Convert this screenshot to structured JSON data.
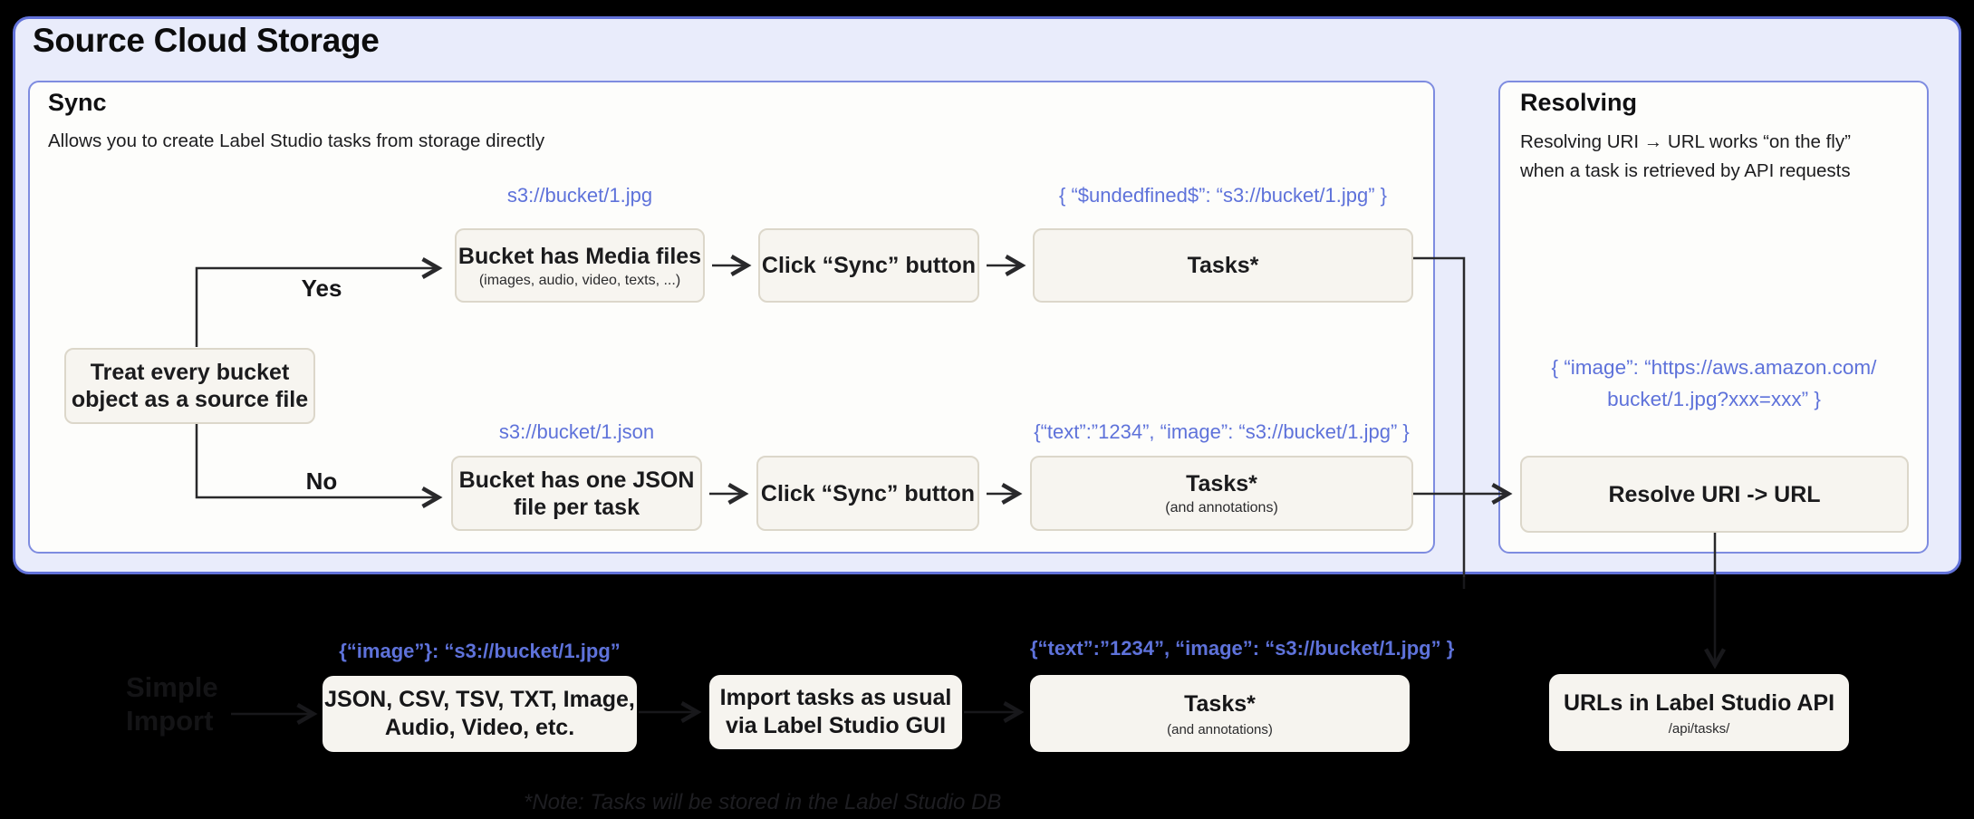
{
  "header": {
    "title": "Source Cloud Storage"
  },
  "colors": {
    "background": "#000000",
    "outer_panel_bg": "#e9ecfb",
    "outer_panel_border": "#6272d9",
    "panel_bg": "#fdfdfb",
    "panel_border": "#7e8ce0",
    "box_bg": "#f7f5f0",
    "box_border": "#dcd7ca",
    "accent_blue_text": "#5e72da",
    "wire_dark": "#29292b",
    "wire_faint": "#18181b"
  },
  "sync": {
    "title": "Sync",
    "subtitle": "Allows you to create Label Studio tasks from storage directly",
    "decision": {
      "line1": "Treat every bucket",
      "line2": "object as a source file",
      "yes": "Yes",
      "no": "No"
    },
    "row_media": {
      "uri_label": "s3://bucket/1.jpg",
      "bucket_title": "Bucket has Media files",
      "bucket_sub": "(images, audio, video, texts, ...)",
      "sync_button": "Click “Sync” button",
      "tasks_title": "Tasks*",
      "tasks_label": "{ “$undedfined$”: “s3://bucket/1.jpg” }"
    },
    "row_json": {
      "uri_label": "s3://bucket/1.json",
      "bucket_line1": "Bucket has one JSON",
      "bucket_line2": "file per task",
      "sync_button": "Click “Sync” button",
      "tasks_title": "Tasks*",
      "tasks_sub": "(and annotations)",
      "tasks_label": "{“text”:”1234”,  “image”: “s3://bucket/1.jpg” }"
    }
  },
  "resolving": {
    "title": "Resolving",
    "subtitle_line1": "Resolving URI → URL works “on the fly”",
    "subtitle_line2": "when a task is retrieved by API requests",
    "json_line1": "{ “image”: “https://aws.amazon.com/",
    "json_line2": "bucket/1.jpg?xxx=xxx” }",
    "resolve_box": "Resolve URI -> URL"
  },
  "import_flow": {
    "ghost_line1": "Simple",
    "ghost_line2": "Import",
    "formats_label": "{“image”}: “s3://bucket/1.jpg”",
    "formats_line1": "JSON, CSV, TSV, TXT, Image,",
    "formats_line2": "Audio, Video, etc.",
    "gui_line1": "Import tasks as usual",
    "gui_line2": "via Label Studio GUI",
    "tasks_label": "{“text”:”1234”,  “image”: “s3://bucket/1.jpg” }",
    "tasks_title": "Tasks*",
    "tasks_sub": "(and annotations)",
    "api_title": "URLs in Label Studio API",
    "api_sub": "/api/tasks/",
    "note": "*Note: Tasks will be stored in the Label Studio DB"
  }
}
